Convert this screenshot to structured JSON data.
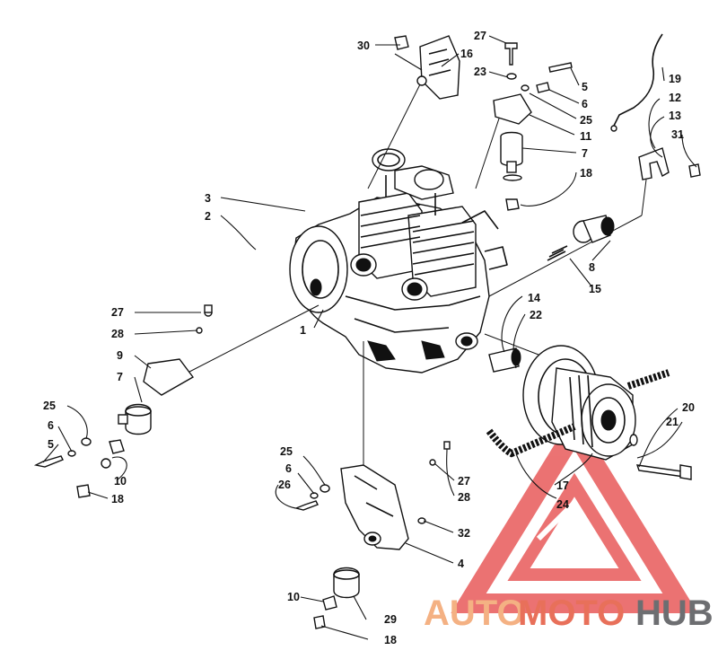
{
  "callouts": {
    "c30": "30",
    "c16": "16",
    "c27a": "27",
    "c23": "23",
    "c5a": "5",
    "c6a": "6",
    "c25a": "25",
    "c11": "11",
    "c7a": "7",
    "c18a": "18",
    "c19": "19",
    "c12": "12",
    "c13": "13",
    "c31": "31",
    "c3": "3",
    "c2": "2",
    "c8": "8",
    "c15": "15",
    "c14": "14",
    "c22": "22",
    "c1": "1",
    "c27b": "27",
    "c28a": "28",
    "c9": "9",
    "c7b": "7",
    "c25b": "25",
    "c6b": "6",
    "c5b": "5",
    "c10a": "10",
    "c18b": "18",
    "c20": "20",
    "c21": "21",
    "c17": "17",
    "c24": "24",
    "c25c": "25",
    "c6c": "6",
    "c26": "26",
    "c27c": "27",
    "c28b": "28",
    "c32": "32",
    "c4": "4",
    "c10b": "10",
    "c29": "29",
    "c18c": "18"
  },
  "watermark": {
    "part1": "AUTO",
    "part2": "MOTO",
    "part3": "HUB",
    "color_light": "#f4b183",
    "color_mid": "#e8705a",
    "color_dark": "#6d6e71",
    "triangle_color": "#e85a5a"
  }
}
